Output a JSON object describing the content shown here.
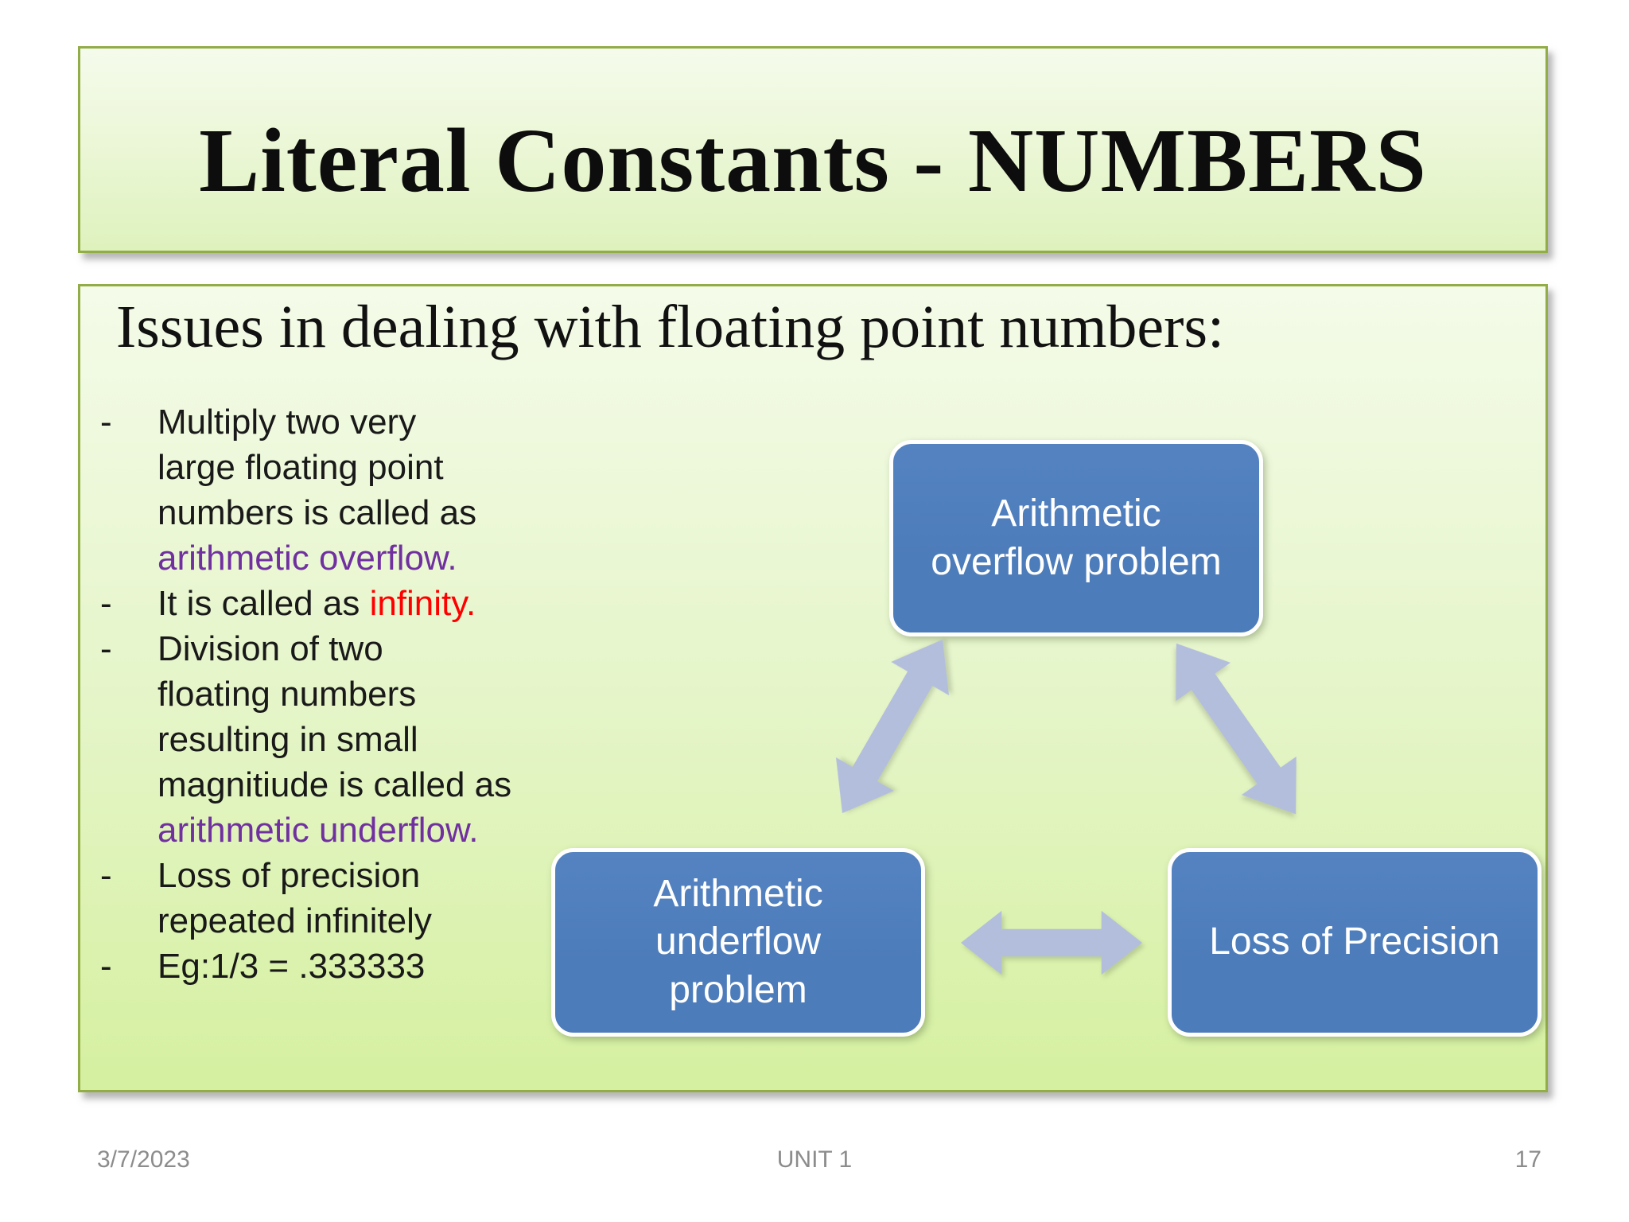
{
  "title": "Literal Constants - NUMBERS",
  "heading": "Issues in dealing with floating point numbers:",
  "bullet_marker": "-",
  "bullets": [
    {
      "segments": [
        {
          "t": "Multiply two very\nlarge floating point\nnumbers is called as\n"
        },
        {
          "t": "arithmetic overflow.",
          "c": "purple"
        }
      ]
    },
    {
      "segments": [
        {
          "t": "It is called as "
        },
        {
          "t": "infinity.",
          "c": "red"
        }
      ]
    },
    {
      "segments": [
        {
          "t": "Division of two\nfloating numbers\nresulting in small\nmagnitiude is called as\n"
        },
        {
          "t": "arithmetic underflow.",
          "c": "purple"
        }
      ]
    },
    {
      "segments": [
        {
          "t": "Loss of precision\nrepeated infinitely"
        }
      ]
    },
    {
      "segments": [
        {
          "t": "Eg:1/3 = .333333"
        }
      ]
    }
  ],
  "diagram": {
    "nodes": [
      {
        "id": "overflow",
        "label": "Arithmetic\noverflow problem"
      },
      {
        "id": "underflow",
        "label": "Arithmetic\nunderflow\nproblem"
      },
      {
        "id": "loss",
        "label": "Loss of Precision"
      }
    ],
    "connectors": [
      {
        "from": "underflow",
        "to": "overflow",
        "type": "double-arrow"
      },
      {
        "from": "overflow",
        "to": "loss",
        "type": "double-arrow"
      },
      {
        "from": "underflow",
        "to": "loss",
        "type": "double-arrow"
      }
    ]
  },
  "footer": {
    "date": "3/7/2023",
    "unit": "UNIT 1",
    "page": "17"
  },
  "colors": {
    "purple": "#7030a0",
    "red": "#ff0000",
    "node_blue": "#4d7cba",
    "arrow": "#b3bedd",
    "panel_border": "#92ac48",
    "panel_fill_top": "#f4fbe9",
    "panel_fill_bottom": "#d5f0a0",
    "footer_gray": "#8c8c8c"
  }
}
